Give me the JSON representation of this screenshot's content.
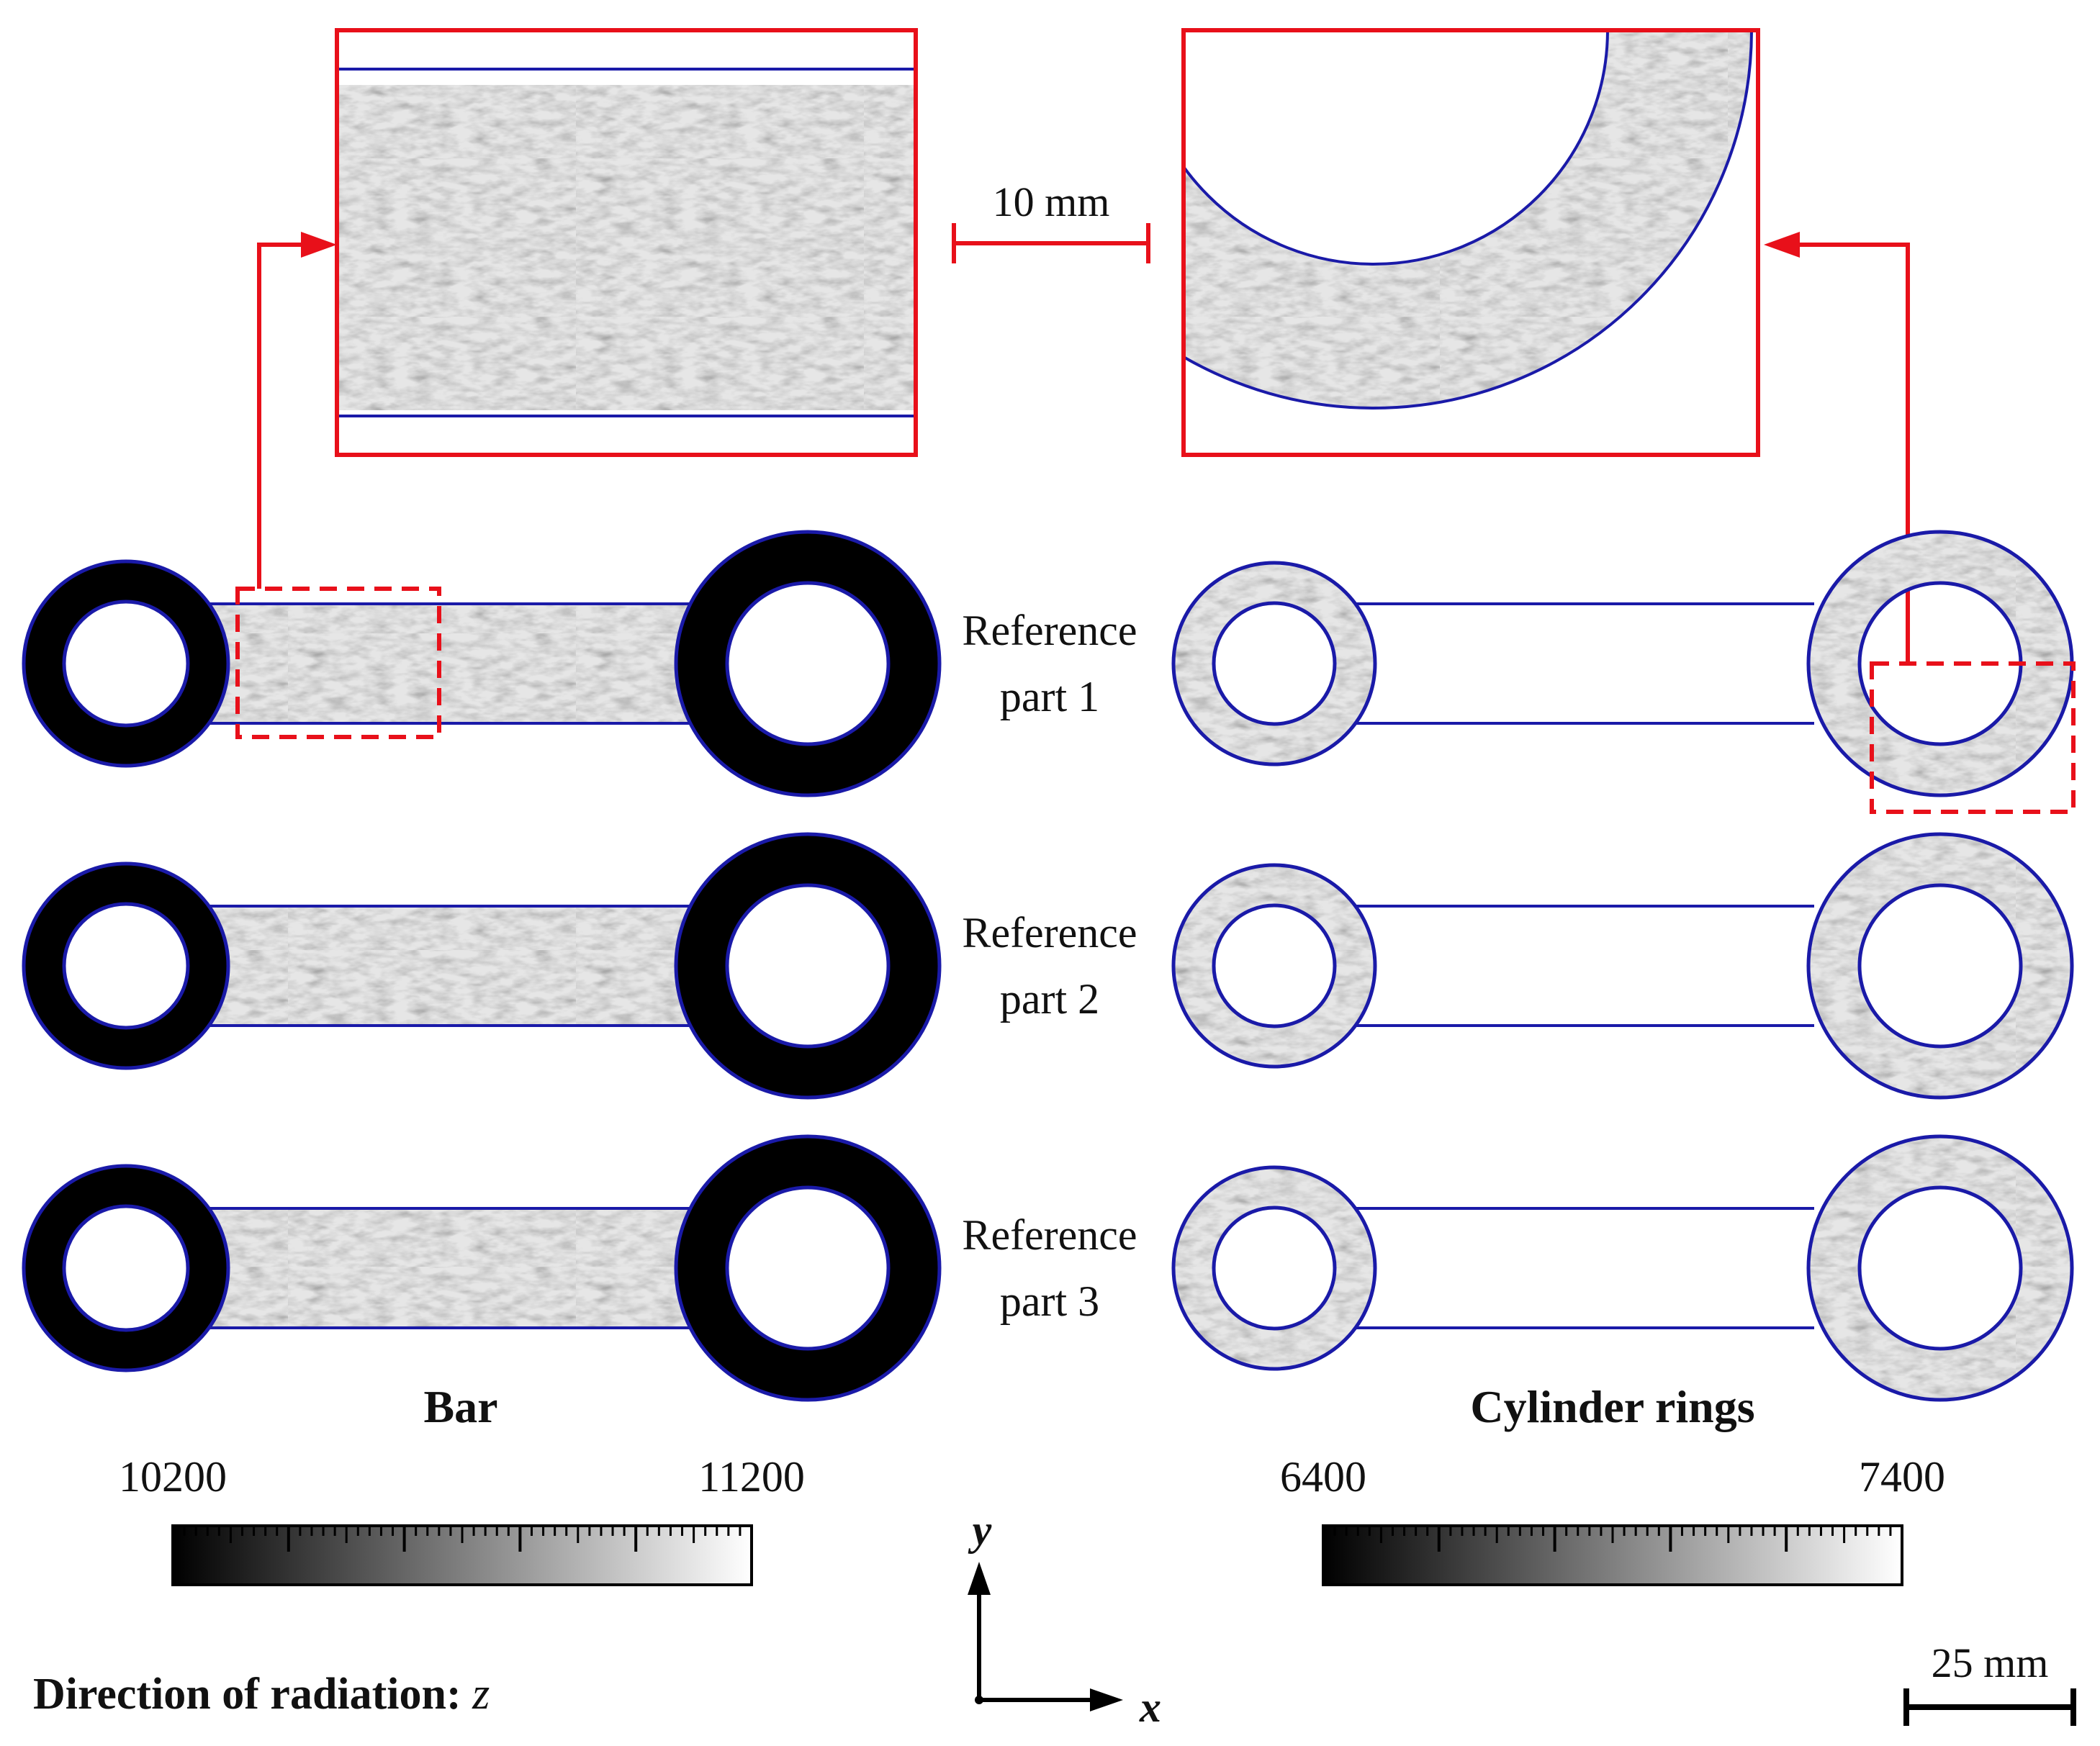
{
  "labels": {
    "scale_zoom": "10 mm",
    "scale_main": "25 mm",
    "group_left": "Bar",
    "group_right": "Cylinder rings",
    "direction_prefix": "Direction of radiation: ",
    "direction_axis": "z",
    "axis_x": "x",
    "axis_y": "y"
  },
  "parts": [
    {
      "line1": "Reference",
      "line2": "part 1"
    },
    {
      "line1": "Reference",
      "line2": "part 2"
    },
    {
      "line1": "Reference",
      "line2": "part 3"
    }
  ],
  "colorbars": {
    "bar": {
      "min": "10200",
      "max": "11200"
    },
    "rings": {
      "min": "6400",
      "max": "7400"
    }
  },
  "colors": {
    "highlight": "#e8101a",
    "contour": "#1a1aa8",
    "dense": "#000000"
  }
}
